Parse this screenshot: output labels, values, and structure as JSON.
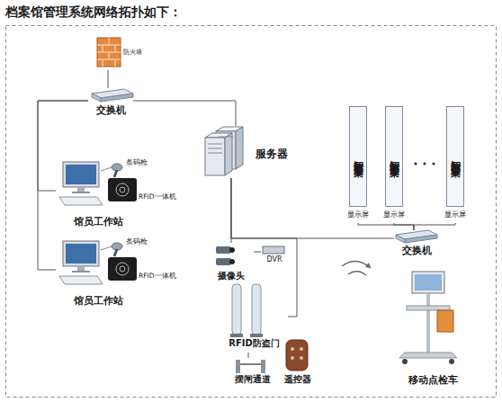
{
  "diagram": {
    "title": "档案馆管理系统网络拓扑如下：",
    "nodes": [
      {
        "text": [
          "防火墙"
        ]
      },
      {
        "text": [
          "交换机"
        ]
      },
      {
        "text": [
          "智能密集架",
          "显示屏"
        ]
      },
      {
        "text": [
          "智能密集架",
          "显示屏"
        ]
      },
      {
        "text": [
          "智能密集架",
          "显示屏"
        ]
      },
      {
        "text": [
          "服务器"
        ]
      },
      {
        "text": [
          "馆员工作站"
        ]
      },
      {
        "text": [
          "交换机"
        ]
      },
      {
        "text": [
          "摄像头"
        ]
      },
      {
        "text": [
          "DVR"
        ]
      },
      {
        "text": [
          "馆员工作站"
        ]
      },
      {
        "text": [
          "RFID防盗门"
        ]
      },
      {
        "text": [
          "移动点检车"
        ]
      },
      {
        "text": [
          "摆闸通道"
        ]
      },
      {
        "text": [
          "遥控器"
        ]
      }
    ],
    "edges": [
      {
        "from": 0,
        "to": 1,
        "arrow": "none"
      },
      {
        "from": 1,
        "to": 6,
        "arrow": "none"
      },
      {
        "from": 1,
        "to": 10,
        "arrow": "none"
      },
      {
        "from": 1,
        "to": 5,
        "arrow": "none"
      },
      {
        "from": 5,
        "to": 7,
        "arrow": "none"
      },
      {
        "from": 5,
        "to": 8,
        "arrow": "none"
      },
      {
        "from": 5,
        "to": 11,
        "arrow": "none"
      },
      {
        "from": 8,
        "to": 9,
        "arrow": "none"
      },
      {
        "from": 7,
        "to": 2,
        "arrow": "none"
      },
      {
        "from": 7,
        "to": 3,
        "arrow": "none"
      },
      {
        "from": 7,
        "to": 4,
        "arrow": "none"
      },
      {
        "from": 11,
        "to": 13,
        "arrow": "none"
      }
    ],
    "labels": [
      "条码枪",
      "RFID一体机",
      "条码枪",
      "RFID一体机"
    ]
  }
}
